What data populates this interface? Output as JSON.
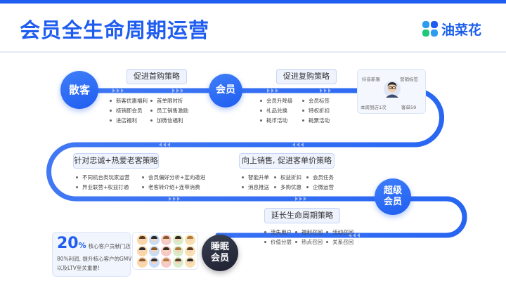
{
  "header": {
    "title": "会员全生命周期运营",
    "logo_text": "油菜花"
  },
  "colors": {
    "brand": "#1f5df0",
    "path": "#2866f2",
    "tag_bg": "#eef3fd",
    "dark": "#1d2130"
  },
  "stages": {
    "sanke": "散客",
    "huiyuan": "会员",
    "chaoji": [
      "超级",
      "会员"
    ],
    "shuimian": [
      "睡眠",
      "会员"
    ]
  },
  "strategies": {
    "first_purchase": {
      "title": "促进首购策略",
      "rows": [
        [
          "新客优惠福利",
          "首单限时折"
        ],
        [
          "核销即会员",
          "员工销售激励"
        ],
        [
          "进店福利",
          "加微信福利"
        ]
      ]
    },
    "repurchase": {
      "title": "促进复购策略",
      "rows": [
        [
          "会员升降级",
          "会员标签"
        ],
        [
          "礼品兑换",
          "特权折扣"
        ],
        [
          "耗币活动",
          "耗票活动"
        ]
      ]
    },
    "loyalty": {
      "title": "针对忠诚+热爱老客策略",
      "rows": [
        [
          "不同机台类玩家运营",
          "会员偏好分析+定向邀进"
        ],
        [
          "异业联营+权益打通",
          "老客转介绍+连带消费"
        ]
      ]
    },
    "upsell": {
      "title": "向上销售, 促进客单价策略",
      "rows": [
        [
          "智能升单",
          "权益折扣",
          "会员任务"
        ],
        [
          "消息推送",
          "多购优惠",
          "企微运营"
        ]
      ]
    },
    "extend": {
      "title": "延长生命周期策略",
      "rows": [
        [
          "流失用户",
          "福利召回",
          "活动召回"
        ],
        [
          "价值分层",
          "热点召回",
          "关系召回"
        ]
      ]
    }
  },
  "user_card": {
    "top_left": "抖音新客",
    "top_right": "营销标签",
    "bottom_left": "本周到店1次",
    "bottom_right": "客单59"
  },
  "stat_card": {
    "percent": "20",
    "percent_sign": "%",
    "headline": "核心客户贡献门店",
    "line1": "80%利润, 提升核心客户的GMV",
    "line2": "以及LTV至关重要!"
  },
  "icons": {
    "logo": "clover-logo-icon",
    "chevrons": "double-chevron-icon",
    "user": "user-avatar-icon"
  }
}
